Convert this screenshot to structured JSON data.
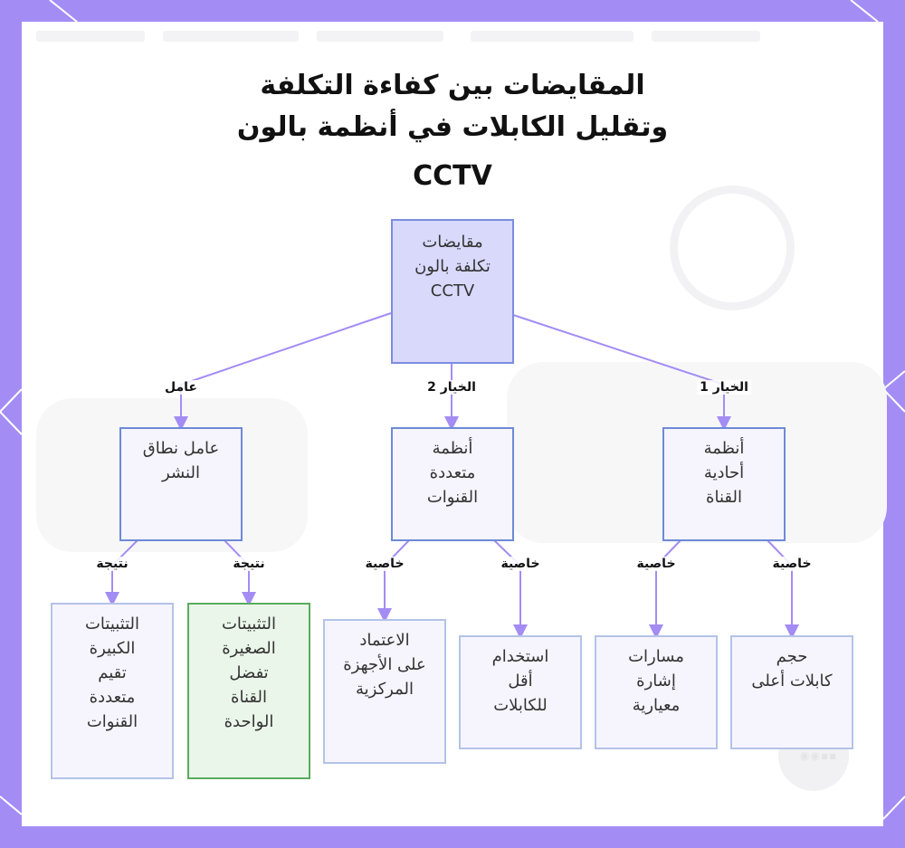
{
  "diagram": {
    "title_line1": "المقايضات بين كفاءة التكلفة",
    "title_line2": "وتقليل الكابلات في أنظمة بالون",
    "title_line3": "CCTV",
    "nodes": {
      "root": "مقايضات\nتكلفة بالون\nCCTV",
      "single_channel": "أنظمة\nأحادية\nالقناة",
      "multi_channel": "أنظمة\nمتعددة\nالقنوات",
      "deployment_factor": "عامل نطاق\nالنشر",
      "higher_cable_volume": "حجم\nكابلات أعلى",
      "standard_signal_paths": "مسارات\nإشارة\nمعيارية",
      "fewer_cables": "استخدام\nأقل\nللكابلات",
      "central_hardware": "الاعتماد\nعلى الأجهزة\nالمركزية",
      "small_installs": "التثبيتات\nالصغيرة\nتفضل\nالقناة\nالواحدة",
      "large_installs": "التثبيتات\nالكبيرة\nتقيم\nمتعددة\nالقنوات"
    },
    "edge_labels": {
      "option1": "الخيار 1",
      "option2": "الخيار 2",
      "factor": "عامل",
      "property1": "خاصية",
      "property2": "خاصية",
      "property3": "خاصية",
      "property4": "خاصية",
      "result1": "نتيجة",
      "result2": "نتيجة"
    },
    "colors": {
      "edge": "#a48cf5",
      "root_fill": "#d8d9fb",
      "node_fill": "#f6f5fd",
      "highlight_border": "#5bab5f",
      "frame": "#a48cf5"
    }
  }
}
